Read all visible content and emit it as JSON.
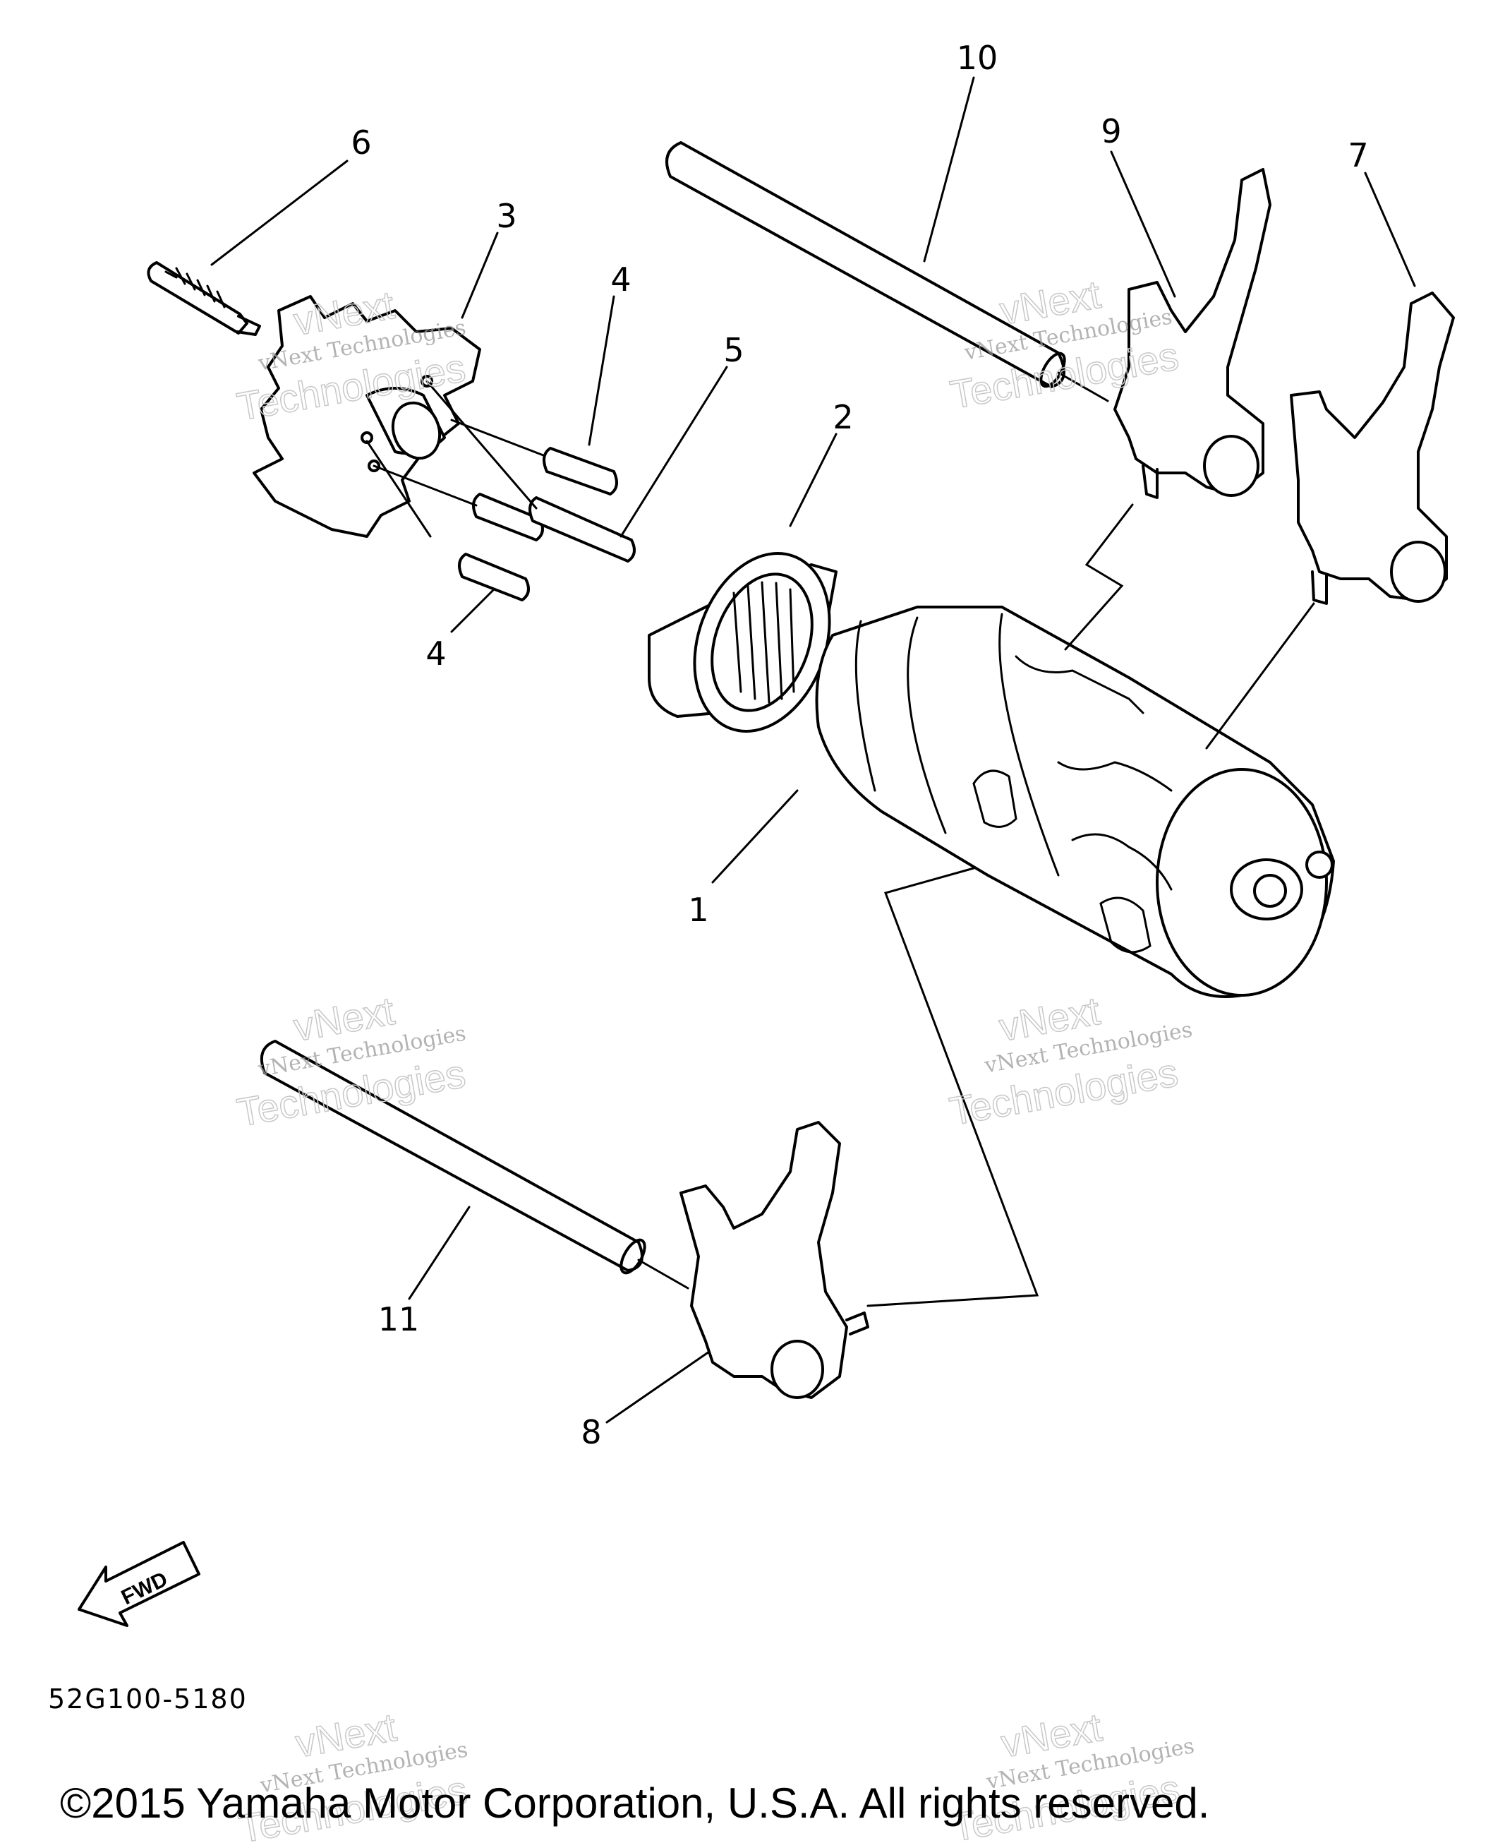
{
  "callouts": [
    "1",
    "2",
    "3",
    "4",
    "4",
    "5",
    "6",
    "7",
    "8",
    "9",
    "10",
    "11"
  ],
  "watermark": {
    "line1": "vNext",
    "line2": "vNext Technologies",
    "line3": "Technologies"
  },
  "direction_arrow": "FWD",
  "diagram_code": "52G100-5180",
  "copyright": "©2015 Yamaha Motor Corporation, U.S.A. All rights reserved.",
  "colors": {
    "line": "#000000",
    "background": "#ffffff",
    "watermark": "#9a9a9a"
  }
}
